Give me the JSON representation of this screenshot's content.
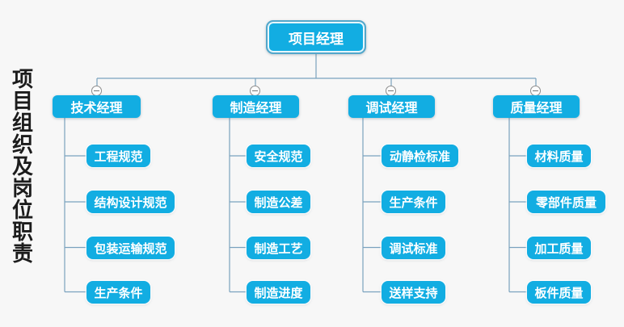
{
  "side_title": "项目组织及岗位职责",
  "colors": {
    "node_fill": "#12ade2",
    "node_text": "#ffffff",
    "line_color": "#7aa2be",
    "circle_stroke": "#8c8c8c",
    "background": "#f7f7f7",
    "title_color": "#1c1c1c"
  },
  "icons": {
    "collapse": "minus-circle-icon"
  },
  "tree": {
    "root": {
      "label": "项目经理"
    },
    "branches": [
      {
        "label": "技术经理",
        "children": [
          "工程规范",
          "结构设计规范",
          "包装运输规范",
          "生产条件"
        ]
      },
      {
        "label": "制造经理",
        "children": [
          "安全规范",
          "制造公差",
          "制造工艺",
          "制造进度"
        ]
      },
      {
        "label": "调试经理",
        "children": [
          "动静检标准",
          "生产条件",
          "调试标准",
          "送样支持"
        ]
      },
      {
        "label": "质量经理",
        "children": [
          "材料质量",
          "零部件质量",
          "加工质量",
          "板件质量"
        ]
      }
    ]
  }
}
